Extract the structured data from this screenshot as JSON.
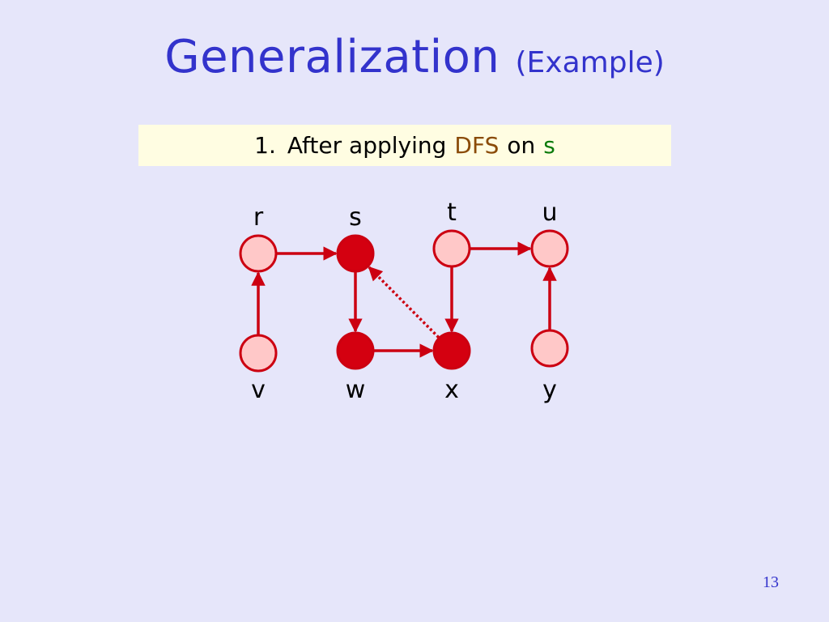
{
  "title": {
    "main": "Generalization",
    "sub": "(Example)"
  },
  "step": {
    "number": "1.",
    "text_before": "After applying",
    "algorithm": "DFS",
    "text_middle": "on",
    "source": "s"
  },
  "graph": {
    "vertices": [
      {
        "id": "r",
        "label": "r",
        "visited": false
      },
      {
        "id": "s",
        "label": "s",
        "visited": true
      },
      {
        "id": "t",
        "label": "t",
        "visited": false
      },
      {
        "id": "u",
        "label": "u",
        "visited": false
      },
      {
        "id": "v",
        "label": "v",
        "visited": false
      },
      {
        "id": "w",
        "label": "w",
        "visited": true
      },
      {
        "id": "x",
        "label": "x",
        "visited": true
      },
      {
        "id": "y",
        "label": "y",
        "visited": false
      }
    ],
    "edges": [
      {
        "from": "r",
        "to": "s",
        "style": "solid"
      },
      {
        "from": "v",
        "to": "r",
        "style": "solid"
      },
      {
        "from": "s",
        "to": "w",
        "style": "solid"
      },
      {
        "from": "w",
        "to": "x",
        "style": "solid"
      },
      {
        "from": "x",
        "to": "s",
        "style": "dotted"
      },
      {
        "from": "t",
        "to": "x",
        "style": "solid"
      },
      {
        "from": "t",
        "to": "u",
        "style": "solid"
      },
      {
        "from": "y",
        "to": "u",
        "style": "solid"
      }
    ]
  },
  "colors": {
    "visited_fill": "#d40010",
    "unvisited_fill": "#ffc8c8",
    "stroke": "#cc0011",
    "title": "#3333cc",
    "algorithm_text": "#8a4b08",
    "source_text": "#0a7a0a"
  },
  "page_number": "13"
}
